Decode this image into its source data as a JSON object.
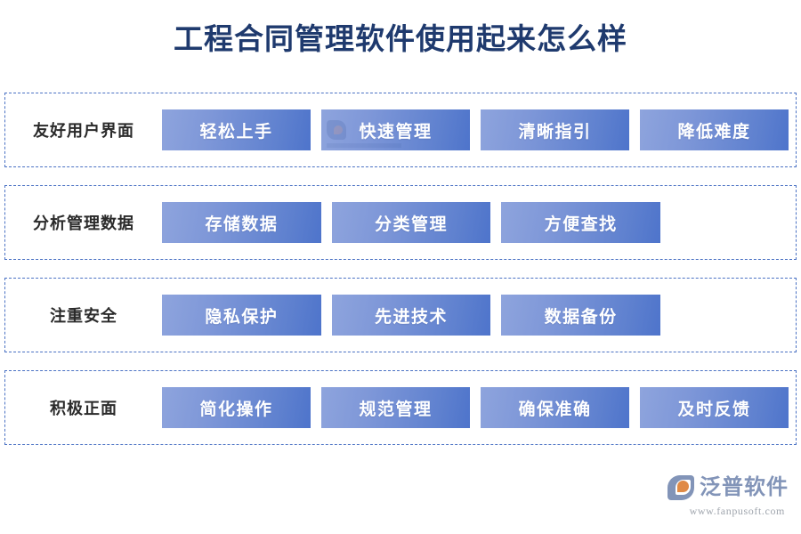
{
  "page": {
    "title": "工程合同管理软件使用起来怎么样",
    "background_color": "#ffffff",
    "title_color": "#1f3a6e",
    "chip_gradient_from": "#8ea4dd",
    "chip_gradient_to": "#4e74cb",
    "row_border_color": "#4b72c4",
    "label_color": "#2a2a2a"
  },
  "rows": [
    {
      "label": "友好用户界面",
      "chips": [
        {
          "label": "轻松上手",
          "watermark": false
        },
        {
          "label": "快速管理",
          "watermark": true
        },
        {
          "label": "清晰指引",
          "watermark": false
        },
        {
          "label": "降低难度",
          "watermark": false
        }
      ]
    },
    {
      "label": "分析管理数据",
      "chips": [
        {
          "label": "存储数据",
          "watermark": false
        },
        {
          "label": "分类管理",
          "watermark": false
        },
        {
          "label": "方便查找",
          "watermark": false
        }
      ]
    },
    {
      "label": "注重安全",
      "chips": [
        {
          "label": "隐私保护",
          "watermark": false
        },
        {
          "label": "先进技术",
          "watermark": false
        },
        {
          "label": "数据备份",
          "watermark": false
        }
      ]
    },
    {
      "label": "积极正面",
      "chips": [
        {
          "label": "简化操作",
          "watermark": false
        },
        {
          "label": "规范管理",
          "watermark": false
        },
        {
          "label": "确保准确",
          "watermark": false
        },
        {
          "label": "及时反馈",
          "watermark": false
        }
      ]
    }
  ],
  "logo": {
    "name": "泛普软件",
    "url": "www.fanpusoft.com",
    "mark_color": "#8294b8",
    "accent_color": "#e08a46"
  }
}
